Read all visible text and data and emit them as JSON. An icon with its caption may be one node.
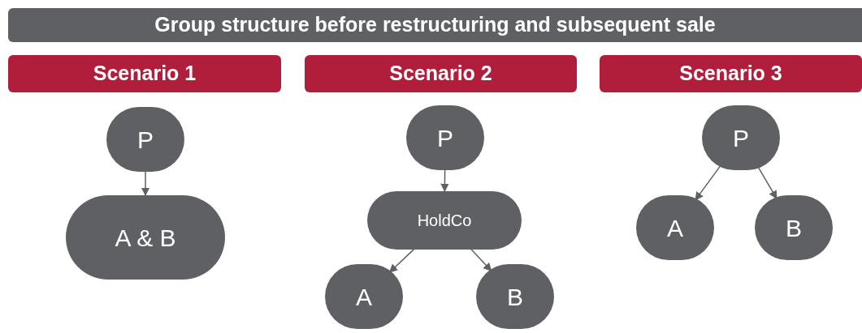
{
  "diagram": {
    "title": "Group structure before restructuring and subsequent sale",
    "nodes": [
      {
        "text": [
          "Scenario 1"
        ]
      },
      {
        "text": [
          "Scenario 2"
        ]
      },
      {
        "text": [
          "Scenario 3"
        ]
      },
      {
        "text": [
          "P"
        ]
      },
      {
        "text": [
          "A & B"
        ]
      },
      {
        "text": [
          "P"
        ]
      },
      {
        "text": [
          "HoldCo"
        ]
      },
      {
        "text": [
          "A"
        ]
      },
      {
        "text": [
          "B"
        ]
      },
      {
        "text": [
          "P"
        ]
      },
      {
        "text": [
          "A"
        ]
      },
      {
        "text": [
          "B"
        ]
      }
    ],
    "edges": [
      {
        "from": 3,
        "to": 4,
        "arrow": "to"
      },
      {
        "from": 5,
        "to": 6,
        "arrow": "to"
      },
      {
        "from": 6,
        "to": 7,
        "arrow": "to"
      },
      {
        "from": 6,
        "to": 8,
        "arrow": "to"
      },
      {
        "from": 9,
        "to": 10,
        "arrow": "to"
      },
      {
        "from": 9,
        "to": 11,
        "arrow": "to"
      }
    ]
  }
}
